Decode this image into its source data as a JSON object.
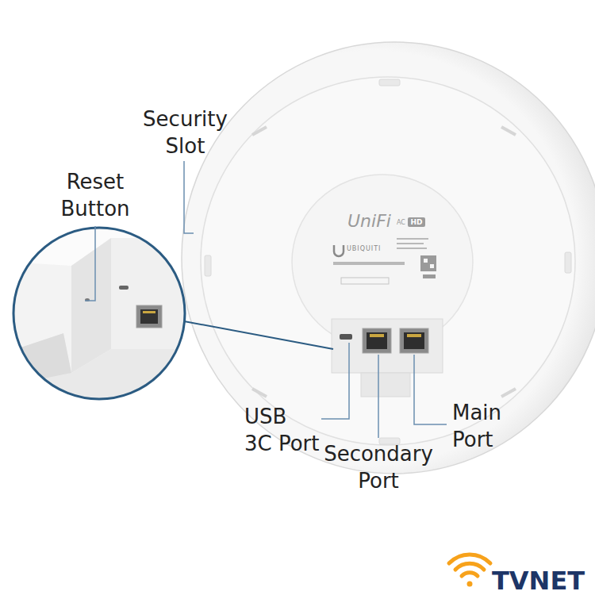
{
  "diagram": {
    "labels": [
      "Security Slot",
      "Reset Button",
      "USB 3C Port",
      "Secondary Port",
      "Main Port",
      "UniFi",
      "AC",
      "HD",
      "UBIQUITI",
      "TVNET"
    ]
  }
}
